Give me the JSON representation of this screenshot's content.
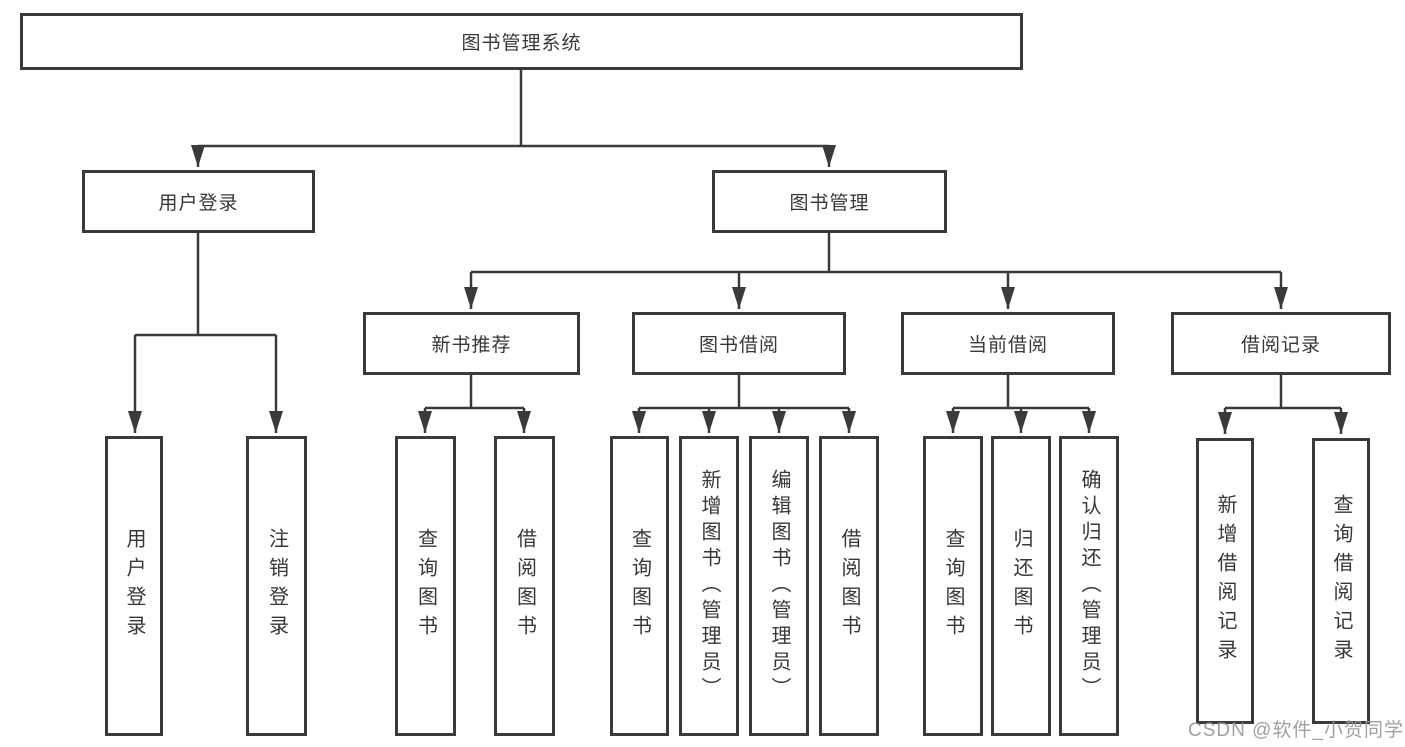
{
  "diagram": {
    "type": "hierarchy-tree",
    "root": {
      "label": "图书管理系统"
    },
    "branches": [
      {
        "label": "用户登录",
        "children": [
          {
            "label": "用户登录"
          },
          {
            "label": "注销登录"
          }
        ]
      },
      {
        "label": "图书管理",
        "groups": [
          {
            "label": "新书推荐",
            "children": [
              {
                "label": "查询图书"
              },
              {
                "label": "借阅图书"
              }
            ]
          },
          {
            "label": "图书借阅",
            "children": [
              {
                "label": "查询图书"
              },
              {
                "label": "新增图书（管理员）"
              },
              {
                "label": "编辑图书（管理员）"
              },
              {
                "label": "借阅图书"
              }
            ]
          },
          {
            "label": "当前借阅",
            "children": [
              {
                "label": "查询图书"
              },
              {
                "label": "归还图书"
              },
              {
                "label": "确认归还（管理员）"
              }
            ]
          },
          {
            "label": "借阅记录",
            "children": [
              {
                "label": "新增借阅记录"
              },
              {
                "label": "查询借阅记录"
              }
            ]
          }
        ]
      }
    ]
  },
  "watermark": {
    "text": "CSDN @软件_小贺同学"
  },
  "colors": {
    "line": "#3a3a3a",
    "box_border": "#3a3a3a",
    "text": "#383838",
    "background": "#ffffff",
    "watermark": "#969696"
  }
}
